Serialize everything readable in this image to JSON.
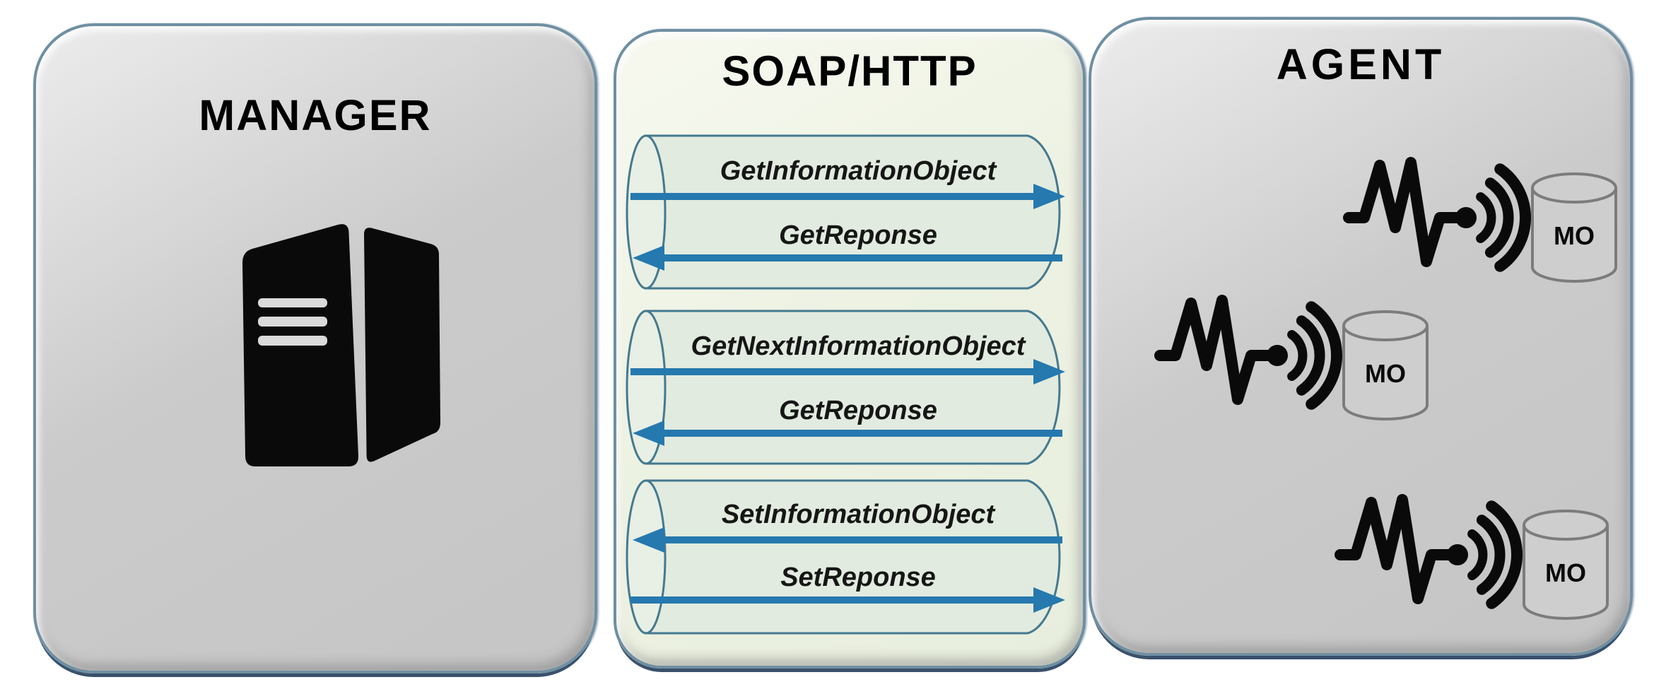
{
  "manager": {
    "title": "MANAGER",
    "icon": "server-tower-icon"
  },
  "transport": {
    "title": "SOAP/HTTP",
    "pipes": [
      {
        "request_label": "GetInformationObject",
        "request_arrow": "right",
        "response_label": "GetReponse",
        "response_arrow": "left"
      },
      {
        "request_label": "GetNextInformationObject",
        "request_arrow": "right",
        "response_label": "GetReponse",
        "response_arrow": "left"
      },
      {
        "request_label": "SetInformationObject",
        "request_arrow": "left",
        "response_label": "SetReponse",
        "response_arrow": "right"
      }
    ]
  },
  "agent": {
    "title": "AGENT",
    "nodes": [
      {
        "icon": "pulse-signal-icon",
        "store_label": "MO"
      },
      {
        "icon": "pulse-signal-icon",
        "store_label": "MO"
      },
      {
        "icon": "pulse-signal-icon",
        "store_label": "MO"
      }
    ]
  },
  "colors": {
    "arrow_blue": "#2579ae",
    "pipe_outline": "#44798f",
    "panel_border": "#6f8fa2",
    "panel_gray": "#cbcbcb",
    "panel_green": "#edf2e3",
    "shadow_navy": "#253e5c",
    "icon_black": "#0a0a0a",
    "mo_outline": "#7c7c7c",
    "title_text": "#000000"
  }
}
